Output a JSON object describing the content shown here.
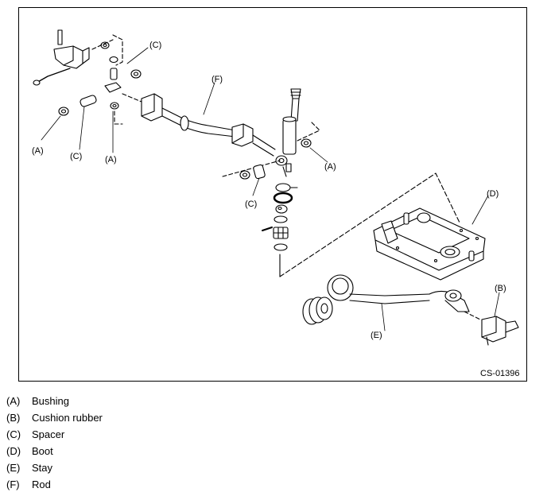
{
  "figure": {
    "code": "CS-01396",
    "callouts": {
      "a_top_left": "(A)",
      "c_top_left": "(C)",
      "a_mid_left": "(A)",
      "c_top": "(C)",
      "f": "(F)",
      "a_right": "(A)",
      "c_mid": "(C)",
      "d": "(D)",
      "b": "(B)",
      "e": "(E)"
    }
  },
  "legend": [
    {
      "key": "(A)",
      "text": "Bushing"
    },
    {
      "key": "(B)",
      "text": "Cushion rubber"
    },
    {
      "key": "(C)",
      "text": "Spacer"
    },
    {
      "key": "(D)",
      "text": "Boot"
    },
    {
      "key": "(E)",
      "text": "Stay"
    },
    {
      "key": "(F)",
      "text": "Rod"
    }
  ]
}
